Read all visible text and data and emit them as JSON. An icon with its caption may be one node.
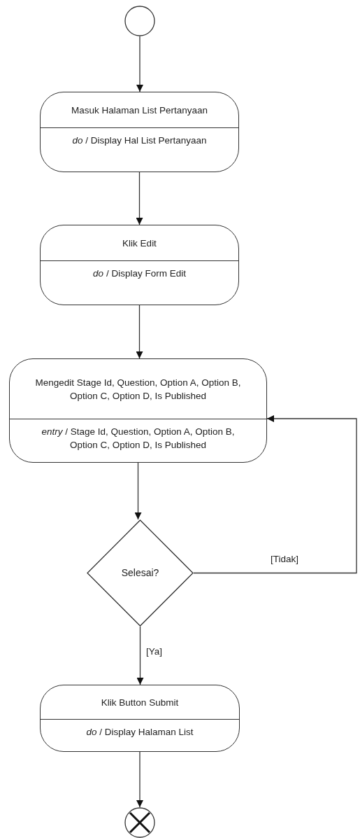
{
  "diagram": {
    "nodes": [
      {
        "text": [],
        "shape": "circle"
      },
      {
        "text": [
          "Masuk Halaman List Pertanyaan",
          "*do* / Display Hal List Pertanyaan"
        ]
      },
      {
        "text": [
          "Klik Edit",
          "*do* / Display Form Edit"
        ]
      },
      {
        "text": [
          "Mengedit Stage Id, Question, Option A, Option B, Option C, Option D, Is Published",
          "*entry* / Stage Id, Question, Option A, Option B, Option C, Option D, Is Published"
        ]
      },
      {
        "text": [
          "Selesai?"
        ]
      },
      {
        "text": [
          "Klik Button Submit",
          "*do* / Display Halaman List"
        ]
      },
      {
        "text": [],
        "shape": "crossed-circle"
      }
    ],
    "edges": [
      {
        "from": 0,
        "to": 1,
        "arrow": "to"
      },
      {
        "from": 1,
        "to": 2,
        "arrow": "to"
      },
      {
        "from": 2,
        "to": 3,
        "arrow": "to"
      },
      {
        "from": 3,
        "to": 4,
        "arrow": "to"
      },
      {
        "from": 4,
        "to": 3,
        "arrow": "to",
        "label": "[Tidak]"
      },
      {
        "from": 4,
        "to": 5,
        "arrow": "to",
        "label": "[Ya]"
      },
      {
        "from": 5,
        "to": 6,
        "arrow": "to"
      }
    ]
  }
}
